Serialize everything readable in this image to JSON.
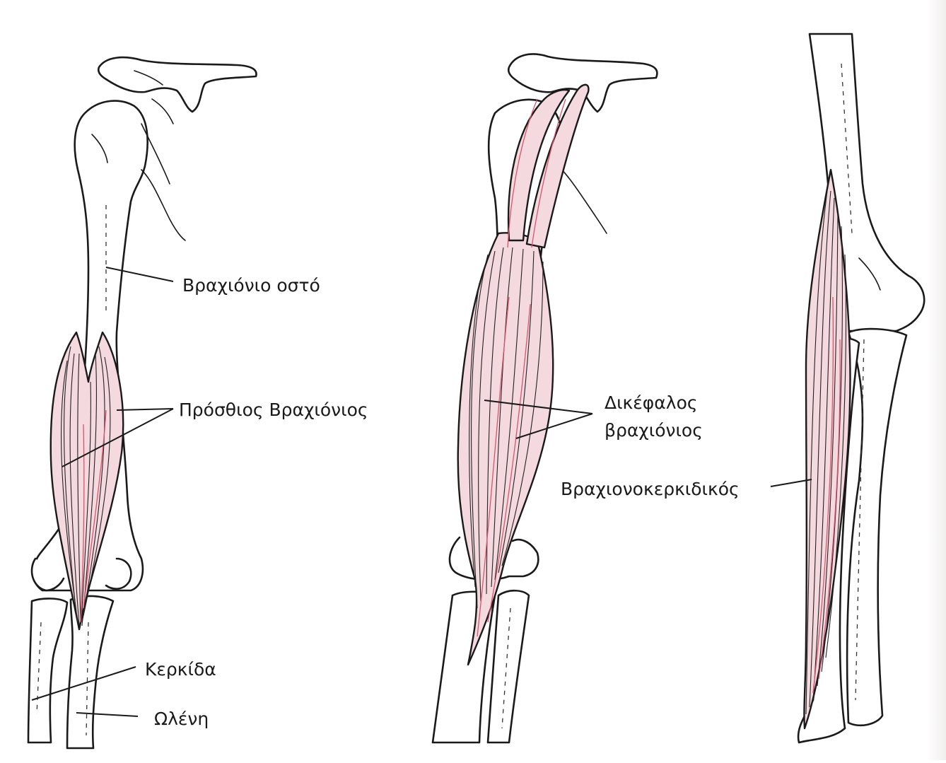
{
  "labels": {
    "humerus": "Βραχιόνιο οστό",
    "brachialis": "Πρόσθιος Βραχιόνιος",
    "biceps_line1": "Δικέφαλος",
    "biceps_line2": "βραχιόνιος",
    "brachioradialis": "Βραχιονοκερκιδικός",
    "radius": "Κερκίδα",
    "ulna": "Ωλένη"
  },
  "colors": {
    "outline": "#1a1a1a",
    "muscle_fill": "#f4d9de",
    "muscle_accent": "#d9546b",
    "background": "#ffffff"
  }
}
